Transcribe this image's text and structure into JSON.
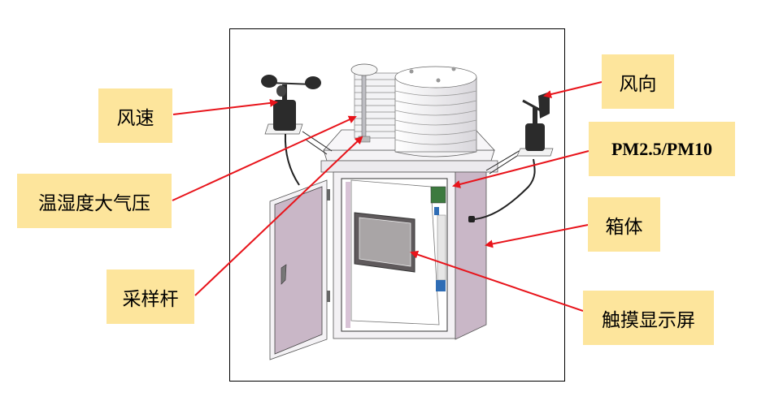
{
  "diagram": {
    "title": "",
    "colors": {
      "label_background": "#fde59c",
      "arrow": "#e8141b",
      "cabinet_body": "#c9b7c7",
      "cabinet_light": "#f1eef1",
      "sensor_dark": "#2b2b2b",
      "board_green": "#3d7a3f",
      "terminal_blue": "#2f6db5"
    },
    "labels": {
      "wind_speed": "风速",
      "temp_humidity_pressure": "温湿度大气压",
      "sampling_rod": "采样杆",
      "wind_direction": "风向",
      "pm": "PM2.5/PM10",
      "enclosure": "箱体",
      "touch_screen": "触摸显示屏"
    }
  }
}
